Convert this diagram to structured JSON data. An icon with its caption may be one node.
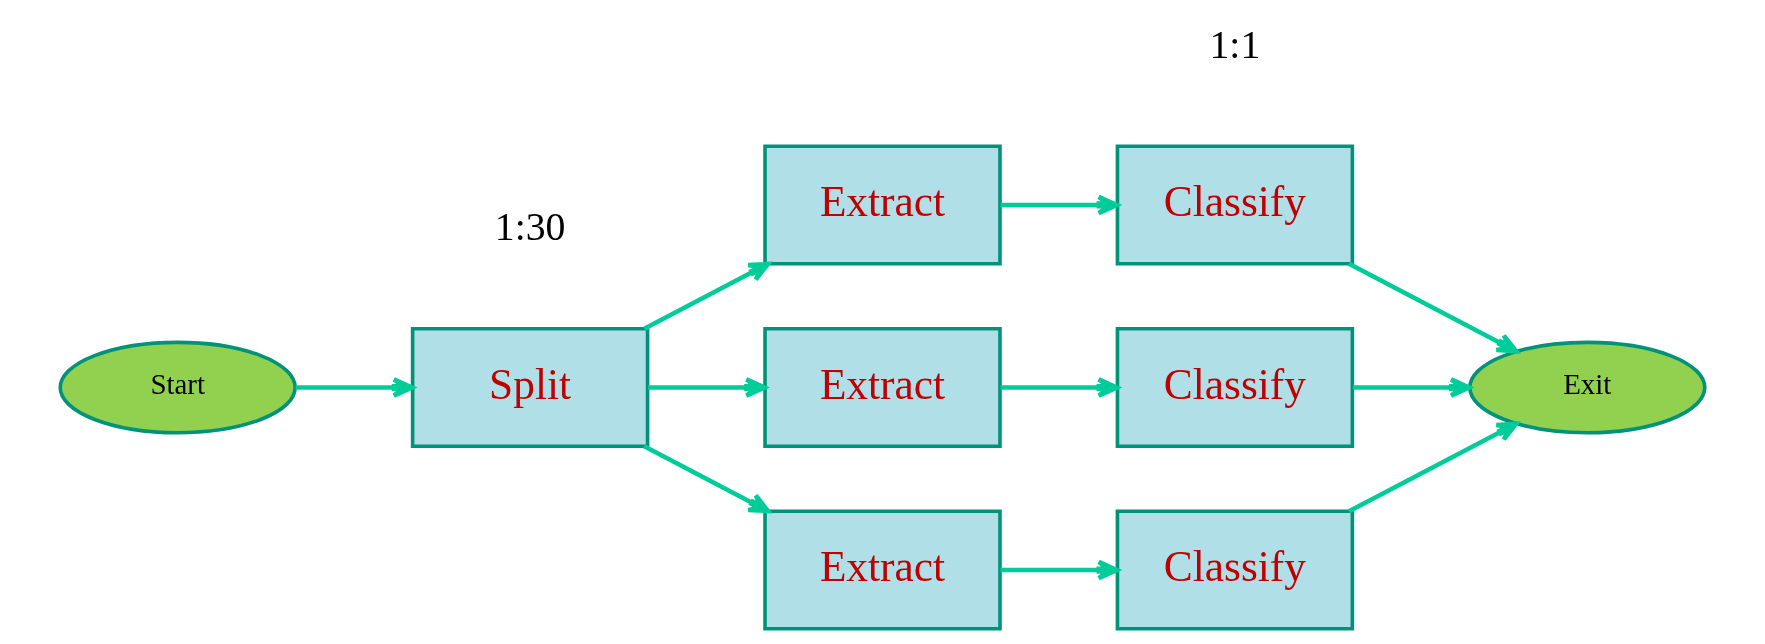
{
  "diagram": {
    "nodes": [
      {
        "text": [
          "Start"
        ]
      },
      {
        "text": [
          "Split"
        ]
      },
      {
        "text": [
          "Extract"
        ]
      },
      {
        "text": [
          "Classify"
        ]
      },
      {
        "text": [
          "Extract"
        ]
      },
      {
        "text": [
          "Classify"
        ]
      },
      {
        "text": [
          "Extract"
        ]
      },
      {
        "text": [
          "Classify"
        ]
      },
      {
        "text": [
          "Exit"
        ]
      }
    ],
    "edges": [
      {
        "from": 0,
        "to": 1,
        "arrow": "to"
      },
      {
        "from": 1,
        "to": 2,
        "arrow": "to"
      },
      {
        "from": 1,
        "to": 4,
        "arrow": "to"
      },
      {
        "from": 1,
        "to": 6,
        "arrow": "to"
      },
      {
        "from": 2,
        "to": 3,
        "arrow": "to"
      },
      {
        "from": 4,
        "to": 5,
        "arrow": "to"
      },
      {
        "from": 6,
        "to": 7,
        "arrow": "to"
      },
      {
        "from": 3,
        "to": 8,
        "arrow": "to"
      },
      {
        "from": 5,
        "to": 8,
        "arrow": "to"
      },
      {
        "from": 7,
        "to": 8,
        "arrow": "to"
      }
    ],
    "labels": [
      "1:1",
      "1:30"
    ]
  }
}
